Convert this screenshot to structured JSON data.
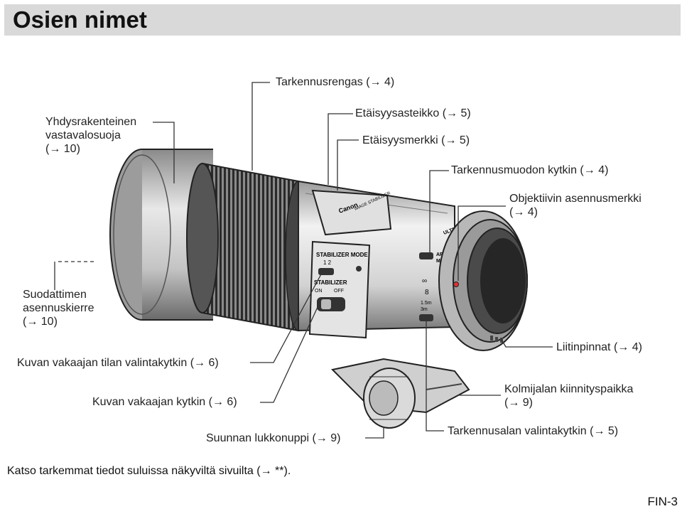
{
  "header": {
    "title": "Osien nimet"
  },
  "labels": {
    "focus_ring": "Tarkennusrengas (→ 4)",
    "hood": "Yhdysrakenteinen\nvastavalosuoja\n(→ 10)",
    "distance_scale": "Etäisyysasteikko (→ 5)",
    "distance_mark": "Etäisyysmerkki (→ 5)",
    "focus_mode_switch": "Tarkennusmuodon kytkin (→ 4)",
    "mount_index": "Objektiivin asennusmerkki\n(→ 4)",
    "filter_thread": "Suodattimen\nasennuskierre\n(→ 10)",
    "contacts": "Liitinpinnat (→ 4)",
    "stabilizer_mode": "Kuvan vakaajan tilan valintakytkin (→ 6)",
    "tripod_socket": "Kolmijalan kiinnityspaikka\n(→ 9)",
    "stabilizer_switch": "Kuvan vakaajan kytkin (→ 6)",
    "lock_knob": "Suunnan lukkonuppi (→ 9)",
    "focus_range": "Tarkennusalan valintakytkin (→ 5)"
  },
  "lens_markings": {
    "stabilizer_mode": "STABILIZER  MODE",
    "mode_values": "1  2",
    "stabilizer": "STABILIZER",
    "on": "ON",
    "off": "OFF",
    "af": "AF",
    "mf": "MF",
    "brand": "Canon",
    "model": "IMAGE STABILIZER",
    "ultrasonic": "ULTRASONIC",
    "dist_inf": "∞",
    "dist_8": "8",
    "dist_15": "1.5m",
    "dist_3": "3m"
  },
  "footer": {
    "note": "Katso tarkemmat tiedot suluissa näkyviltä sivuilta (→ **).",
    "page": "FIN-3"
  }
}
